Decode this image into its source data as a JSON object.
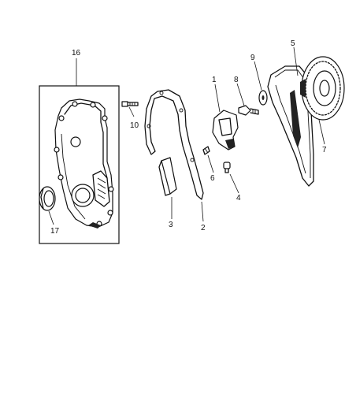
{
  "callouts": [
    {
      "id": "c16",
      "label": "16"
    },
    {
      "id": "c17",
      "label": "17"
    },
    {
      "id": "c10",
      "label": "10"
    },
    {
      "id": "c1",
      "label": "1"
    },
    {
      "id": "c8",
      "label": "8"
    },
    {
      "id": "c9",
      "label": "9"
    },
    {
      "id": "c5",
      "label": "5"
    },
    {
      "id": "c7",
      "label": "7"
    },
    {
      "id": "c6",
      "label": "6"
    },
    {
      "id": "c4",
      "label": "4"
    },
    {
      "id": "c3",
      "label": "3"
    },
    {
      "id": "c2",
      "label": "2"
    }
  ]
}
